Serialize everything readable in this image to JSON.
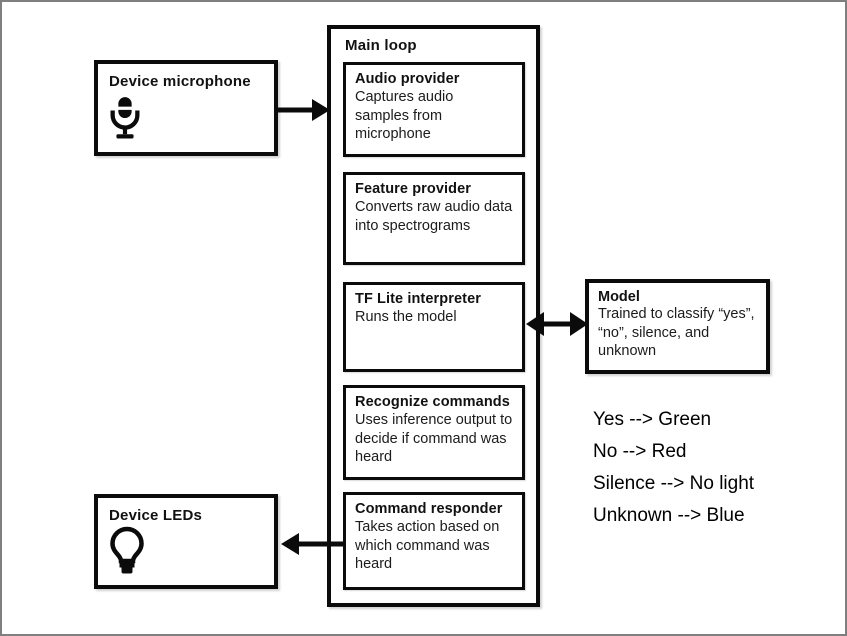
{
  "frame": {
    "background": "#ffffff",
    "border_color": "#7f7f7f",
    "ink_color": "#0b0b0b"
  },
  "mic_box": {
    "title": "Device microphone",
    "icon": "microphone-icon"
  },
  "led_box": {
    "title": "Device LEDs",
    "icon": "lightbulb-icon"
  },
  "main_loop": {
    "title": "Main loop",
    "steps": [
      {
        "title": "Audio provider",
        "desc": "Captures audio samples from microphone"
      },
      {
        "title": "Feature provider",
        "desc": "Converts raw audio data into spectrograms"
      },
      {
        "title": "TF Lite interpreter",
        "desc": "Runs the model"
      },
      {
        "title": "Recognize commands",
        "desc": "Uses inference output to decide if command was heard"
      },
      {
        "title": "Command responder",
        "desc": "Takes action based on which command was heard"
      }
    ]
  },
  "model_box": {
    "title": "Model",
    "desc": "Trained to classify “yes”, “no”, silence, and unknown"
  },
  "legend": {
    "lines": [
      "Yes --> Green",
      "No --> Red",
      "Silence --> No light",
      "Unknown --> Blue"
    ]
  },
  "arrows": [
    {
      "name": "mic-to-mainloop",
      "direction": "right"
    },
    {
      "name": "interpreter-model-sync",
      "direction": "both"
    },
    {
      "name": "mainloop-to-leds",
      "direction": "left"
    }
  ]
}
